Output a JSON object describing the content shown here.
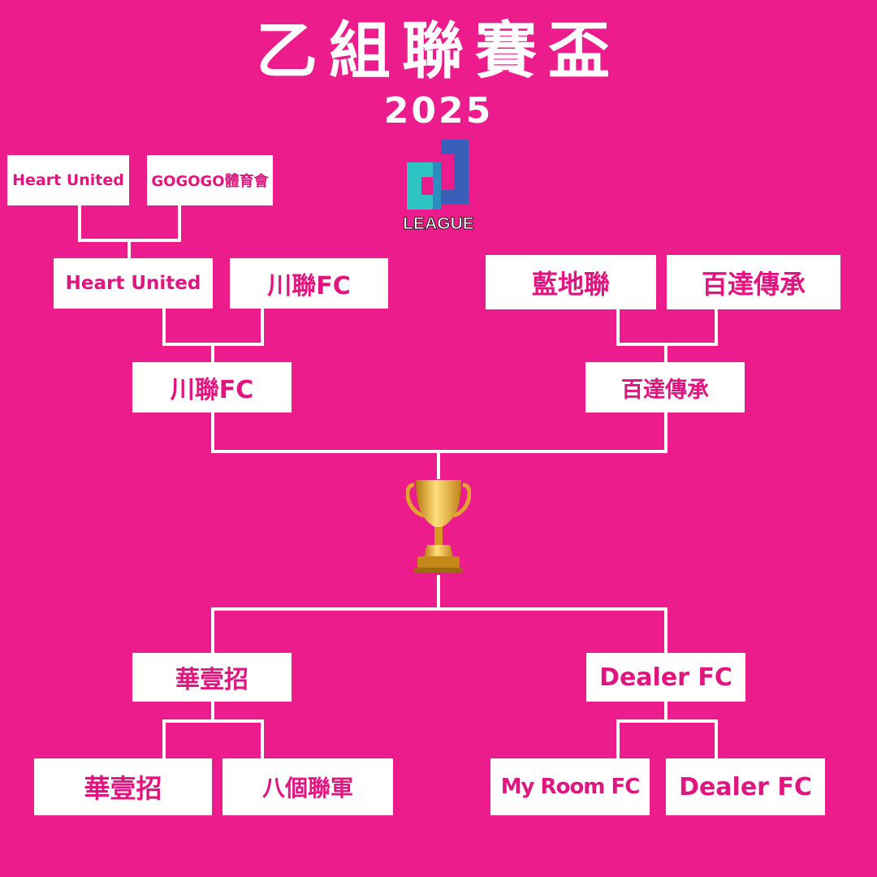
{
  "header": {
    "title": "乙組聯賽盃",
    "year": "2025"
  },
  "logo": {
    "text": "LEAGUE",
    "colors": [
      "#2ec4c4",
      "#3a5fb8"
    ]
  },
  "bracket": {
    "top_left": {
      "round1": [
        "Heart United",
        "GOGOGO體育會"
      ],
      "quarterfinal": [
        "Heart United",
        "川聯FC"
      ],
      "semifinal_winner": "川聯FC"
    },
    "top_right": {
      "quarterfinal": [
        "藍地聯",
        "百達傳承"
      ],
      "semifinal_winner": "百達傳承"
    },
    "bottom_left": {
      "semifinal_winner": "華壹招",
      "quarterfinal": [
        "華壹招",
        "八個聯軍"
      ]
    },
    "bottom_right": {
      "semifinal_winner": "Dealer FC",
      "quarterfinal": [
        "My Room FC",
        "Dealer FC"
      ]
    }
  },
  "trophy": {
    "icon": "trophy-icon",
    "color": "#f2b632"
  },
  "colors": {
    "background": "#ec1c8c",
    "box": "#ffffff",
    "team_text": "#e0157f"
  }
}
